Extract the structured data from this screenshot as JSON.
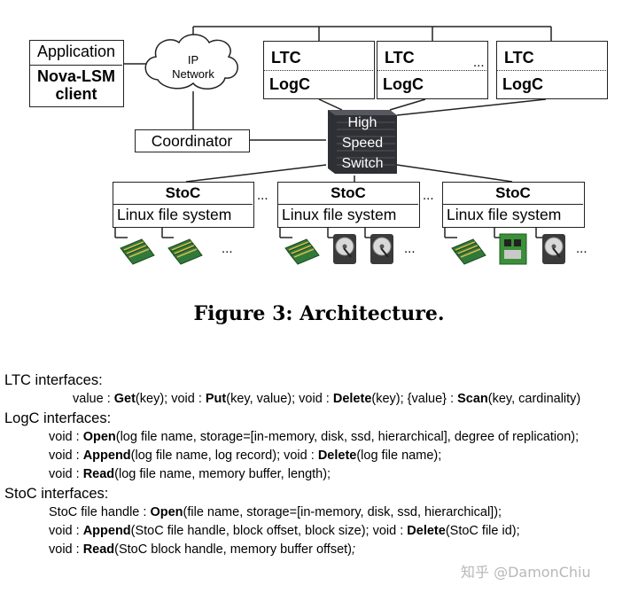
{
  "diagram": {
    "application_label": "Application",
    "client_label": "Nova-LSM\nclient",
    "network_label": "IP\nNetwork",
    "coordinator_label": "Coordinator",
    "switch_label": "High\nSpeed\nSwitch",
    "ltc_boxes": [
      {
        "top": "LTC",
        "bottom": "LogC",
        "triangle_color": "#c0302a"
      },
      {
        "top": "LTC",
        "bottom": "LogC",
        "triangle_color": "#3f8a2c"
      },
      {
        "top": "LTC",
        "bottom": "LogC",
        "triangle_color": "#2f5fb0"
      }
    ],
    "ltc_ellipsis": "...",
    "stoc_boxes": [
      {
        "title": "StoC",
        "fs": "Linux file system"
      },
      {
        "title": "StoC",
        "fs": "Linux file system"
      },
      {
        "title": "StoC",
        "fs": "Linux file system"
      }
    ],
    "stoc_ellipsis": "...",
    "device_ellipsis": "...",
    "stoc_devices": [
      [
        "memory-icon",
        "memory-icon"
      ],
      [
        "memory-icon",
        "disk-icon",
        "disk-icon"
      ],
      [
        "memory-icon",
        "ssd-icon",
        "disk-icon"
      ]
    ]
  },
  "caption": "Figure 3: Architecture.",
  "interfaces": [
    {
      "header": "LTC interfaces:",
      "lines": [
        [
          [
            "value : ",
            0
          ],
          [
            "Get",
            1
          ],
          [
            "(key); void : ",
            0
          ],
          [
            "Put",
            1
          ],
          [
            "(key, value); void : ",
            0
          ],
          [
            "Delete",
            1
          ],
          [
            "(key); {value} : ",
            0
          ],
          [
            "Scan",
            1
          ],
          [
            "(key, cardinality)",
            0
          ]
        ]
      ]
    },
    {
      "header": "LogC interfaces:",
      "lines": [
        [
          [
            "void : ",
            0
          ],
          [
            "Open",
            1
          ],
          [
            "(log file name, storage=[in-memory, disk, ssd, hierarchical], degree of replication);",
            0
          ]
        ],
        [
          [
            "void : ",
            0
          ],
          [
            "Append",
            1
          ],
          [
            "(log file name, log record); void : ",
            0
          ],
          [
            "Delete",
            1
          ],
          [
            "(log file name);",
            0
          ]
        ],
        [
          [
            "void : ",
            0
          ],
          [
            "Read",
            1
          ],
          [
            "(log file name,  memory buffer, length);",
            0
          ]
        ]
      ]
    },
    {
      "header": "StoC interfaces:",
      "lines": [
        [
          [
            "StoC file handle : ",
            0
          ],
          [
            "Open",
            1
          ],
          [
            "(file name, storage=[in-memory, disk, ssd, hierarchical]);",
            0
          ]
        ],
        [
          [
            "void : ",
            0
          ],
          [
            "Append",
            1
          ],
          [
            "(StoC file handle, block offset, block size); void : ",
            0
          ],
          [
            "Delete",
            1
          ],
          [
            "(StoC file id);",
            0
          ]
        ],
        [
          [
            "void : ",
            0
          ],
          [
            "Read",
            1
          ],
          [
            "(StoC block handle, memory buffer offset)",
            0
          ],
          [
            ";",
            2
          ]
        ]
      ]
    }
  ],
  "watermark": "知乎 @DamonChiu"
}
